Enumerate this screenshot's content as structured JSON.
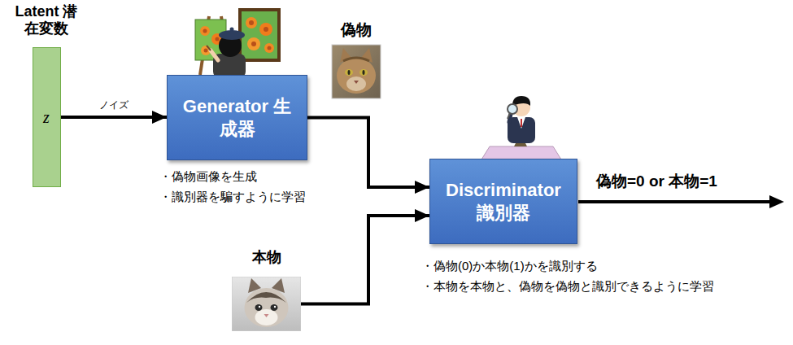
{
  "diagram": {
    "nodes": [
      {
        "text": [
          "Latent 潜在変数",
          "z"
        ]
      },
      {
        "text": [
          "Generator 生成器"
        ]
      },
      {
        "text": [
          "Discriminator 識別器"
        ]
      },
      {
        "text": [
          "本物"
        ]
      }
    ],
    "edges": [
      {
        "from": 0,
        "to": 1,
        "label": "ノイズ",
        "arrow": "to"
      },
      {
        "from": 1,
        "to": 2,
        "arrow": "to"
      },
      {
        "from": 3,
        "to": 2,
        "arrow": "to"
      }
    ],
    "labels": [
      "偽物",
      "・偽物画像を生成",
      "・識別器を騙すように学習",
      "・偽物(0)か本物(1)かを識別する",
      "・本物を本物と、偽物を偽物と識別できるように学習",
      "偽物=0 or 本物=1"
    ]
  }
}
